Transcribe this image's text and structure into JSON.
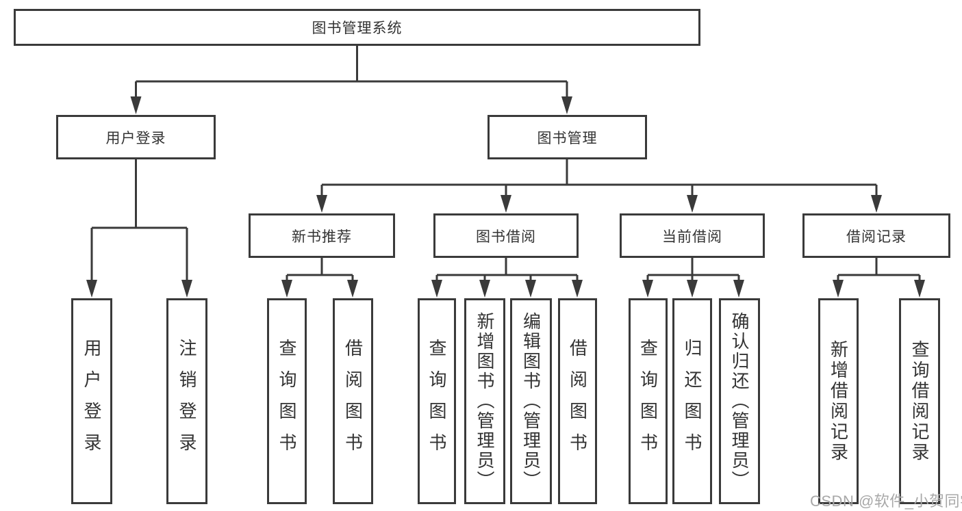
{
  "colors": {
    "line": "#3a3a3a",
    "text": "#333333",
    "watermark": "#a8a8a8",
    "background": "#ffffff"
  },
  "tree": {
    "root": "图书管理系统",
    "user_login": {
      "label": "用户登录",
      "children": [
        "用户登录",
        "注销登录"
      ]
    },
    "book_management": {
      "label": "图书管理",
      "groups": [
        {
          "label": "新书推荐",
          "children": [
            "查询图书",
            "借阅图书"
          ]
        },
        {
          "label": "图书借阅",
          "children": [
            "查询图书",
            "新增图书（管理员）",
            "编辑图书（管理员）",
            "借阅图书"
          ]
        },
        {
          "label": "当前借阅",
          "children": [
            "查询图书",
            "归还图书",
            "确认归还（管理员）"
          ]
        },
        {
          "label": "借阅记录",
          "children": [
            "新增借阅记录",
            "查询借阅记录"
          ]
        }
      ]
    }
  },
  "watermark": "CSDN @软件_小贺同学"
}
